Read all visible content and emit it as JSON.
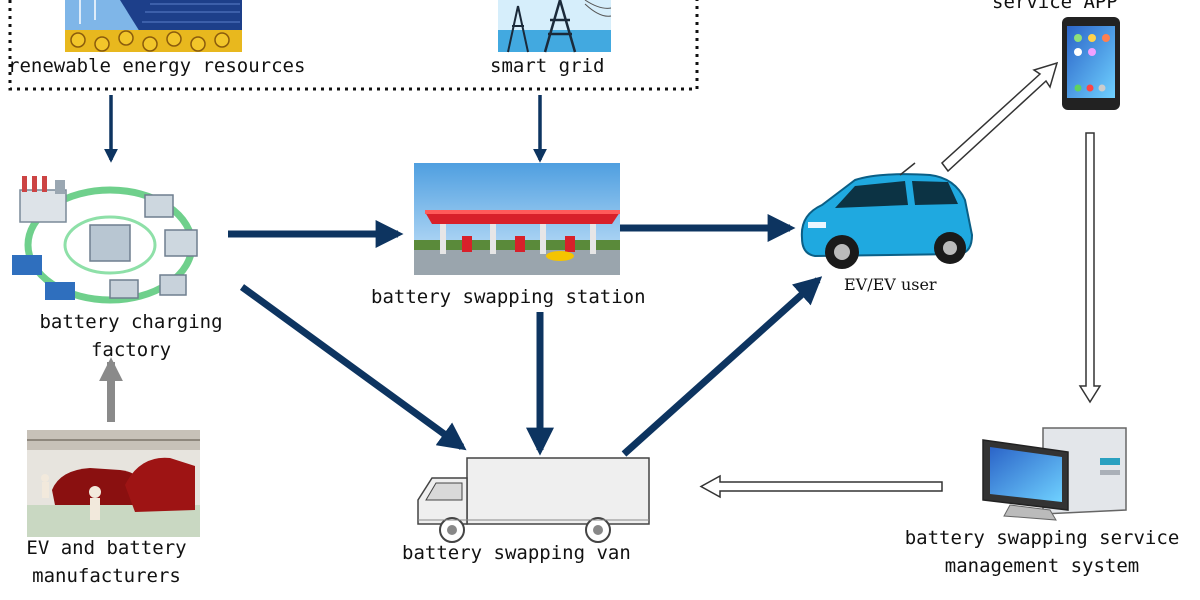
{
  "labels": {
    "renewable": "renewable energy resources",
    "smart_grid": "smart grid",
    "service_app": "service APP",
    "charging_line1": "battery charging",
    "charging_line2": "factory",
    "station": "battery swapping station",
    "ev_user": "EV/EV user",
    "manufacturers_line1": "EV and battery",
    "manufacturers_line2": "manufacturers",
    "van": "battery swapping van",
    "mgmt_line1": "battery swapping service",
    "mgmt_line2": "management system"
  },
  "colors": {
    "arrow_dark": "#0d3460",
    "arrow_gray": "#8a8a8a",
    "outline": "#333333",
    "car_body": "#1fa9e0",
    "station_roof": "#d8202a",
    "sky": "#6fb5e8"
  },
  "icons": {
    "solar": "solar-sunflower-icon",
    "grid": "power-tower-icon",
    "phone": "smartphone-icon",
    "factory": "charging-factory-icon",
    "station": "gas-station-icon",
    "car": "ev-car-icon",
    "assembly": "assembly-line-icon",
    "van": "truck-icon",
    "computer": "computer-icon"
  }
}
